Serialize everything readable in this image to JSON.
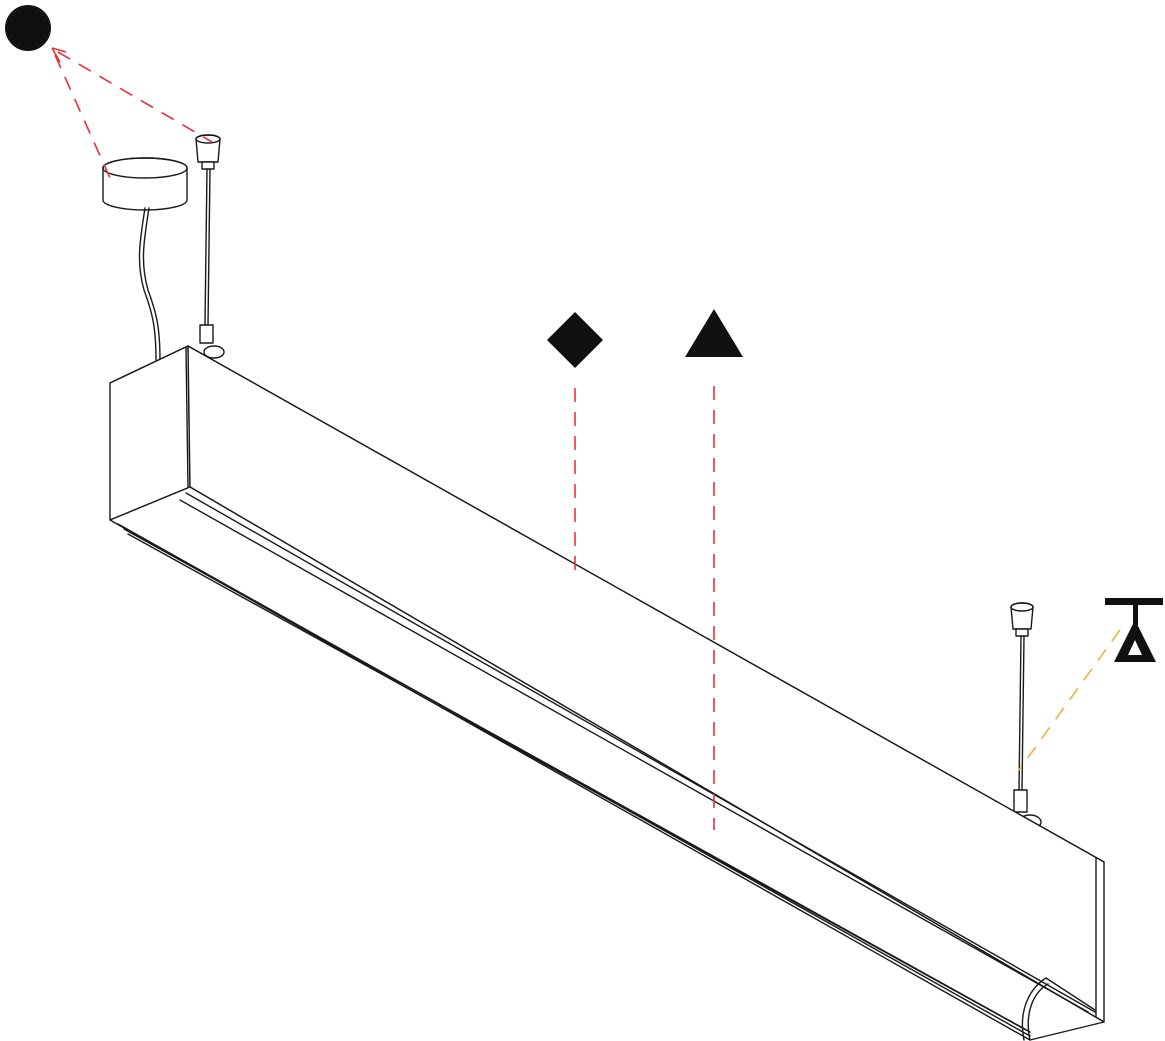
{
  "diagram": {
    "subject": "suspended-linear-luminaire",
    "colors": {
      "line": "#1a1a1a",
      "fill": "#ffffff",
      "leader_primary": "#e8303a",
      "leader_secondary": "#f0b040",
      "marker": "#111111"
    },
    "markers": [
      {
        "shape": "circle",
        "leader_color": "leader_primary"
      },
      {
        "shape": "diamond",
        "leader_color": "leader_primary"
      },
      {
        "shape": "triangle",
        "leader_color": "leader_primary"
      },
      {
        "shape": "t-anchor",
        "leader_color": "leader_secondary"
      }
    ]
  }
}
